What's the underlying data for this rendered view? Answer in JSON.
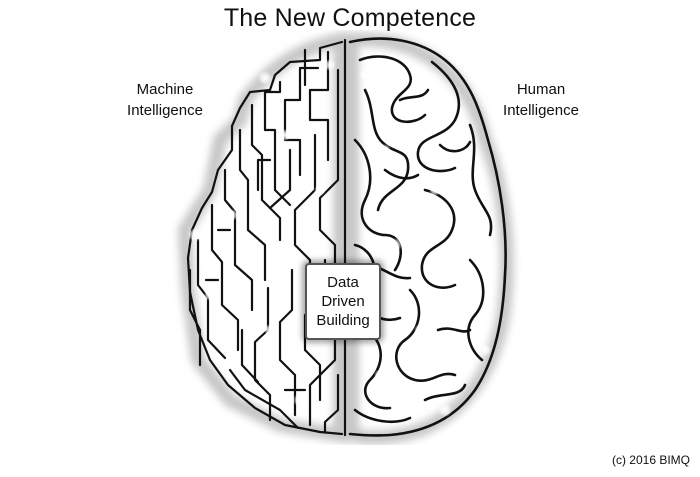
{
  "title": "The New Competence",
  "left_label": {
    "line1": "Machine",
    "line2": "Intelligence"
  },
  "right_label": {
    "line1": "Human",
    "line2": "Intelligence"
  },
  "center_box": {
    "line1": "Data",
    "line2": "Driven",
    "line3": "Building"
  },
  "copyright": "(c) 2016 BIMQ",
  "colors": {
    "ink": "#111111",
    "glow": "#bdbdbd",
    "box_border": "#555555"
  }
}
